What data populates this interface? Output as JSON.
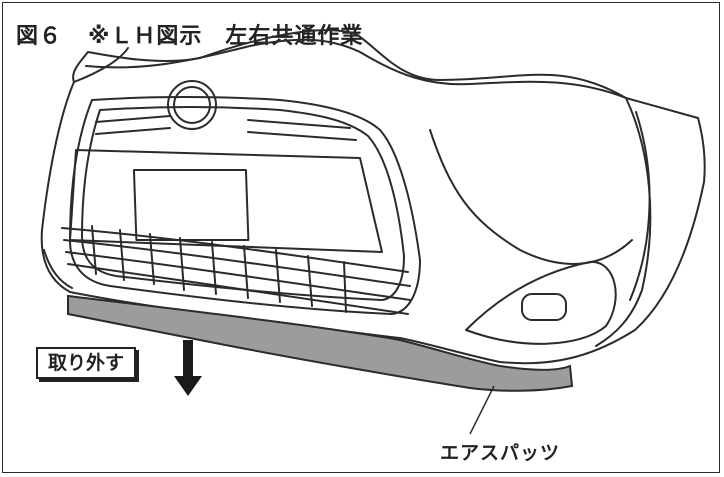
{
  "figure": {
    "label": "図６",
    "note": "※ＬＨ図示　左右共通作業"
  },
  "instruction": {
    "label": "取り外す"
  },
  "callouts": {
    "air_spats": "エアスパッツ"
  },
  "colors": {
    "line": "#2b2b2b",
    "air_spats_fill": "#9c9c9c",
    "background": "#ffffff"
  }
}
